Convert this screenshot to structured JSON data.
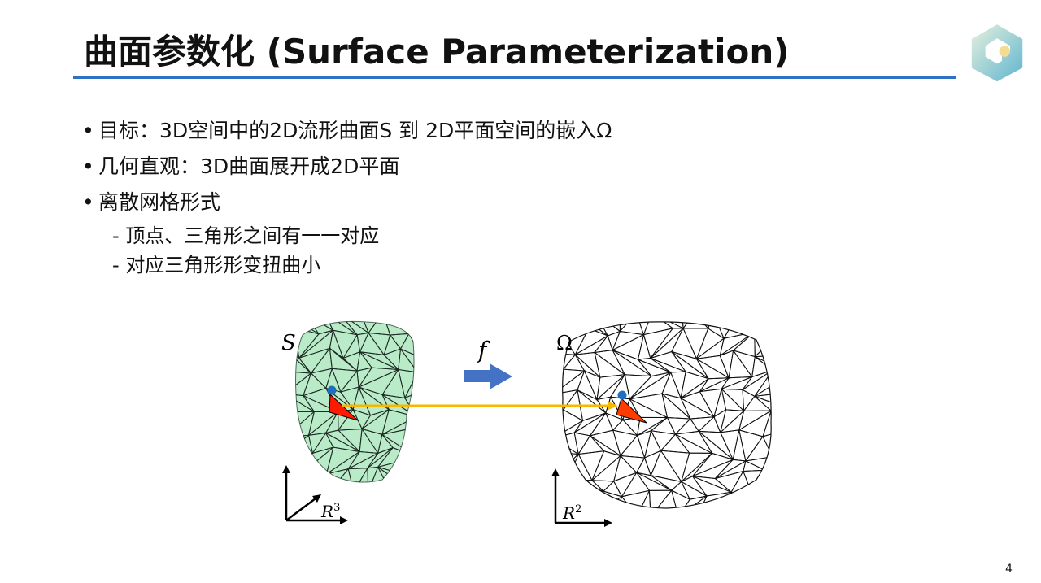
{
  "title": "曲面参数化 (Surface Parameterization)",
  "bullets": [
    "目标：3D空间中的2D流形曲面S 到 2D平面空间的嵌入Ω",
    "几何直观：3D曲面展开成2D平面",
    "离散网格形式"
  ],
  "sub_bullets": [
    "顶点、三角形之间有一一对应",
    "对应三角形形变扭曲小"
  ],
  "bullet_symbol": "•",
  "dash_symbol": "-",
  "figure": {
    "surface_label": "S",
    "map_label": "f",
    "domain_label": "Ω",
    "r3_label": "R",
    "r3_exp": "3",
    "r2_label": "R",
    "r2_exp": "2"
  },
  "colors": {
    "accent": "#2f72c4",
    "mesh_fill": "#b8ecc8",
    "triangle": "#ff1a00",
    "vertex": "#1f6fc0",
    "mapping_arrow": "#f5b800",
    "f_arrow": "#4472c4"
  },
  "page_number": "4"
}
